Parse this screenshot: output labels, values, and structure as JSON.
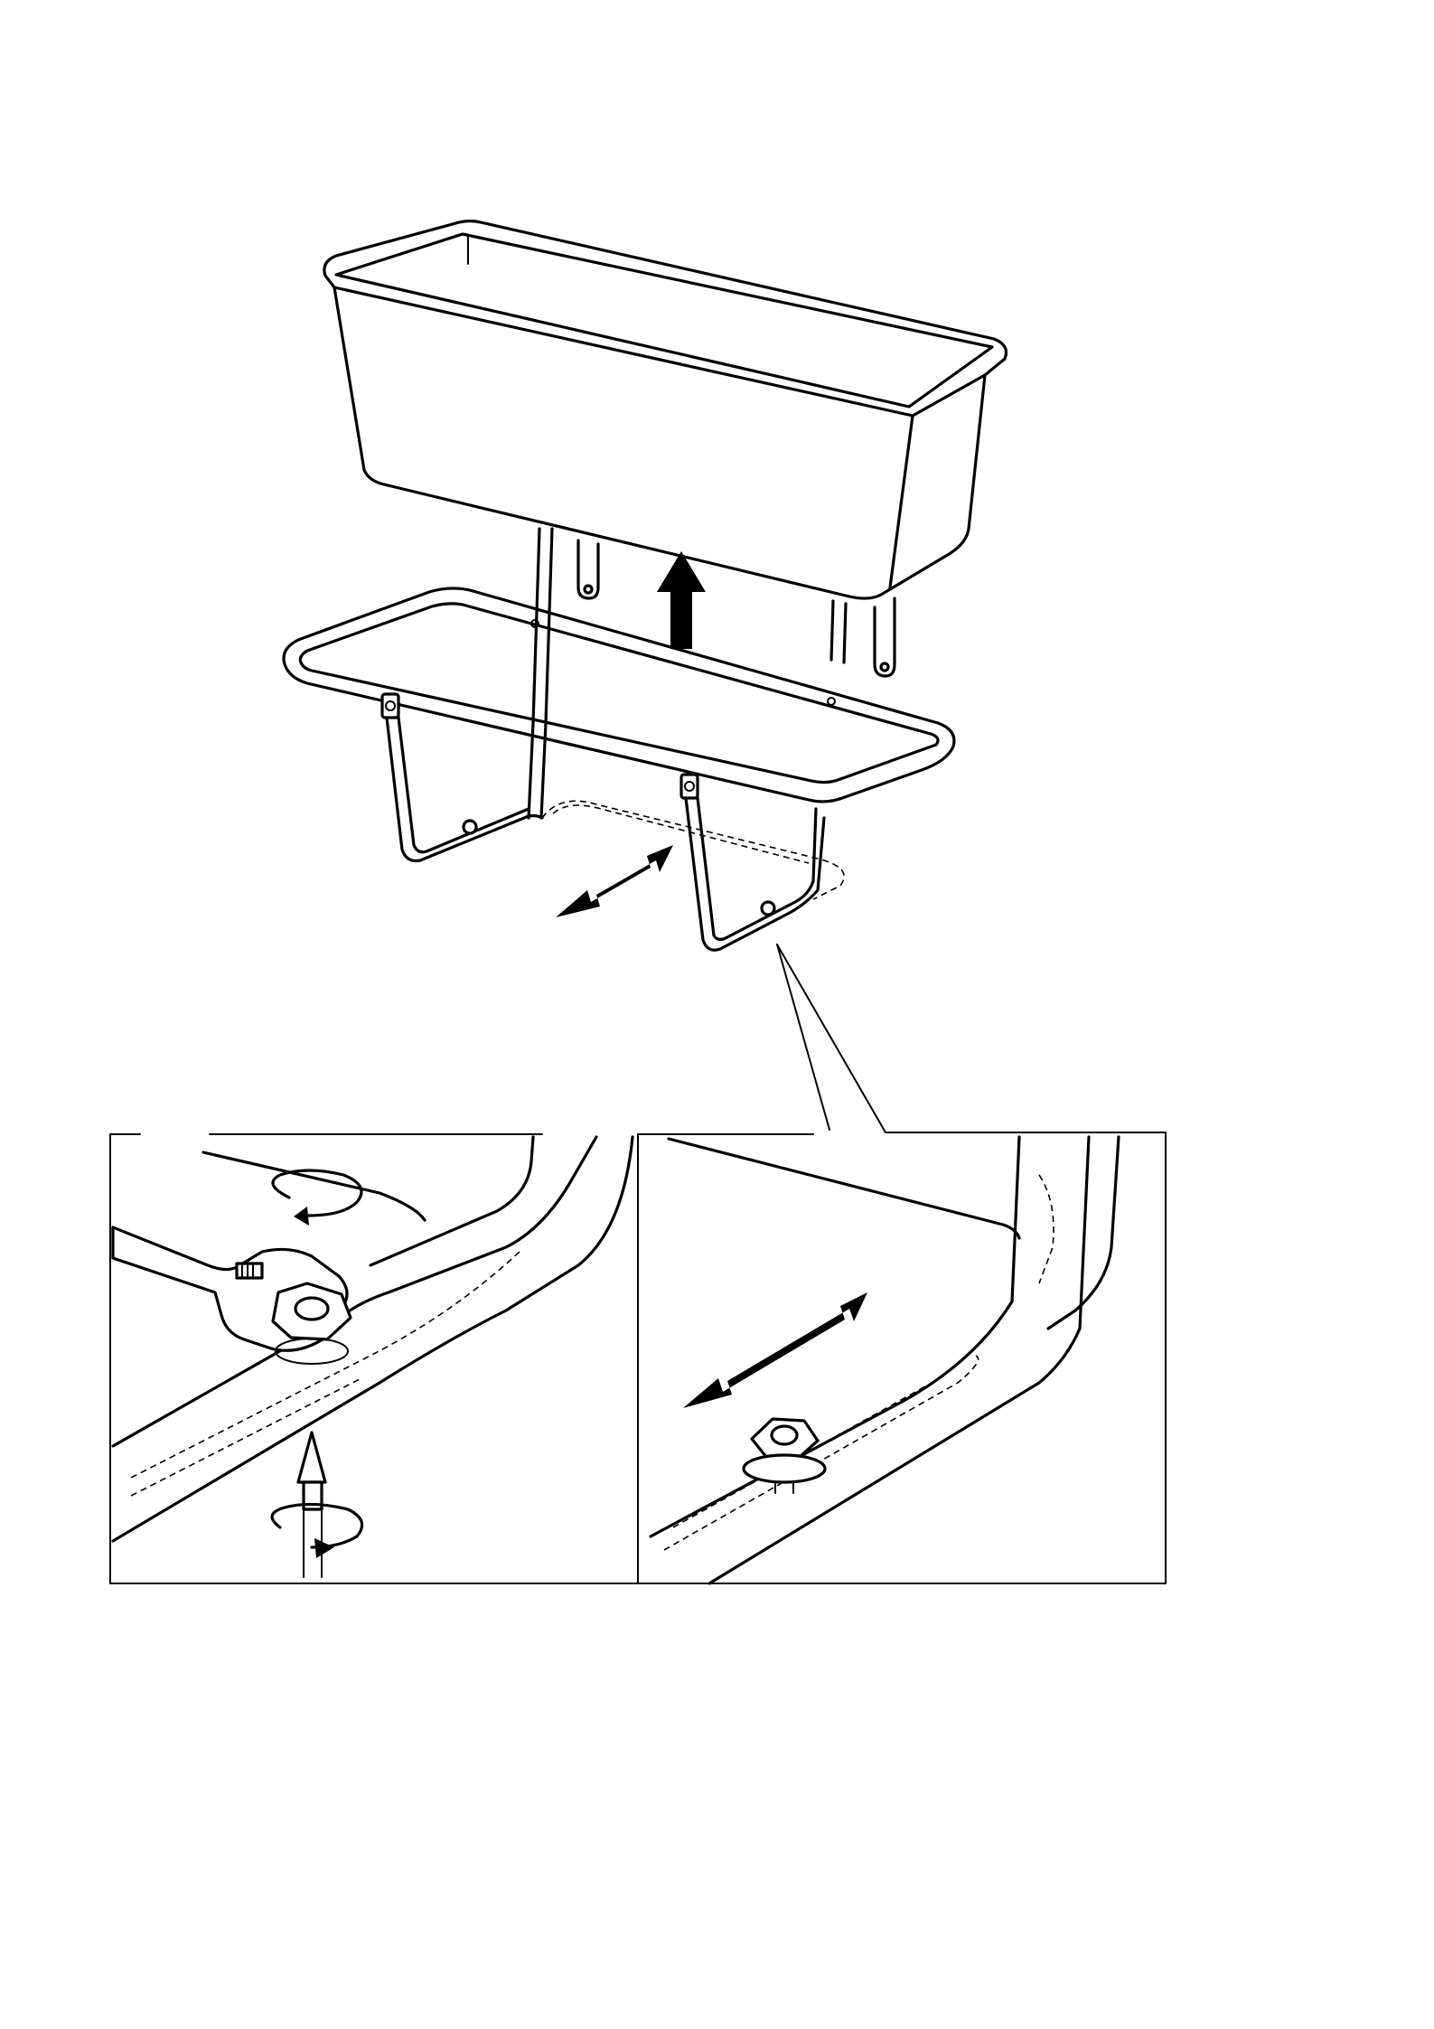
{
  "diagram": {
    "kind": "assembly-instruction",
    "steps": [
      {
        "id": "lift-box",
        "arrow": "up"
      },
      {
        "id": "slide-frame",
        "arrow": "double"
      }
    ],
    "detail_panels": [
      {
        "id": "loosen-screw",
        "tools": [
          "wrench-icon",
          "screwdriver-icon"
        ],
        "arrows": [
          "rotate-counterclockwise",
          "rotate-counterclockwise"
        ]
      },
      {
        "id": "adjust-position",
        "arrows": [
          "double"
        ]
      }
    ],
    "colors": {
      "ink": "#000000",
      "paper": "#ffffff"
    }
  }
}
